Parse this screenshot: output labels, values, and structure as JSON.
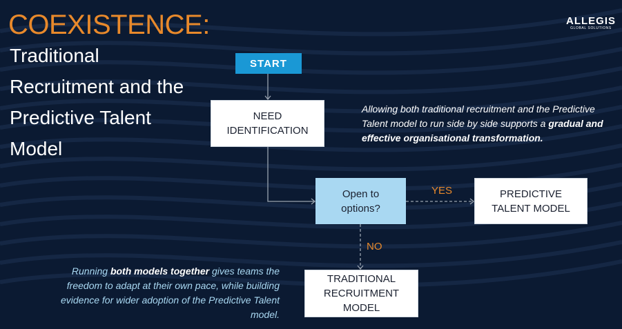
{
  "title": "COEXISTENCE:",
  "subtitle": "Traditional Recruitment and the Predictive Talent Model",
  "logo": {
    "main": "ALLEGIS",
    "sub": "GLOBAL SOLUTIONS"
  },
  "flow": {
    "start": "START",
    "need": "NEED IDENTIFICATION",
    "decision": "Open to options?",
    "yes_label": "YES",
    "no_label": "NO",
    "predictive": "PREDICTIVE TALENT MODEL",
    "traditional": "TRADITIONAL RECRUITMENT MODEL"
  },
  "note1": {
    "pre": "Allowing both traditional recruitment and the Predictive Talent model to run side by side supports a ",
    "bold": "gradual and effective organisational transformation."
  },
  "note2": {
    "pre": "Running ",
    "bold": "both models together",
    "post": " gives teams the freedom to adapt at their own pace, while building evidence for wider adoption of the Predictive Talent model."
  },
  "colors": {
    "accent": "#e8892b",
    "start": "#1a98d5",
    "decision": "#a9d8f2",
    "background": "#0b1a32"
  }
}
